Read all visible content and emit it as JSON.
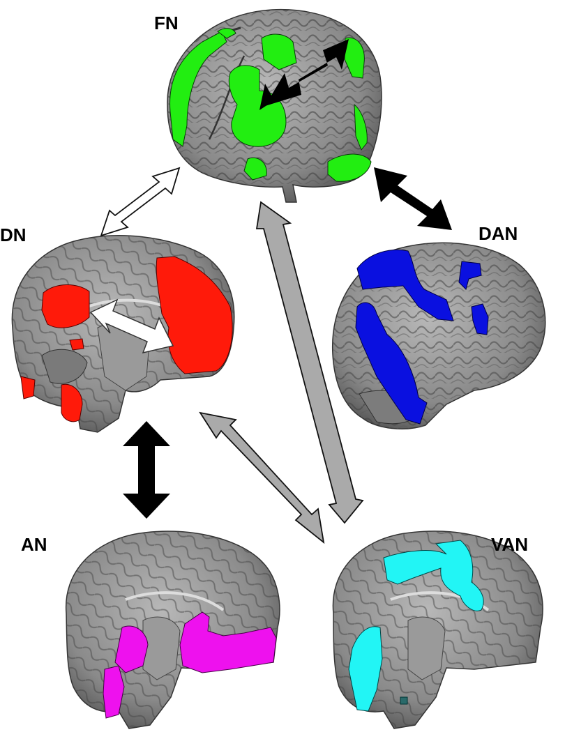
{
  "networks": {
    "fn": {
      "label": "FN",
      "color": "#22ee11"
    },
    "dn": {
      "label": "DN",
      "color": "#ff1a0a"
    },
    "dan": {
      "label": "DAN",
      "color": "#0a10e0"
    },
    "an": {
      "label": "AN",
      "color": "#ee11ee"
    },
    "van": {
      "label": "VAN",
      "color": "#22f5f5"
    }
  },
  "colors": {
    "brain_base": "#8c8c8c",
    "brain_dark": "#4a4a4a",
    "brain_light": "#b5b5b5",
    "arrow_black": "#000000",
    "arrow_white": "#ffffff",
    "arrow_gray": "#aaaaaa"
  },
  "connections": [
    {
      "from": "FN",
      "to": "FN",
      "style": "black"
    },
    {
      "from": "DN",
      "to": "DN",
      "style": "white"
    },
    {
      "from": "FN",
      "to": "DN",
      "style": "white"
    },
    {
      "from": "FN",
      "to": "DAN",
      "style": "black"
    },
    {
      "from": "DN",
      "to": "AN",
      "style": "black"
    },
    {
      "from": "FN",
      "to": "VAN",
      "style": "gray"
    },
    {
      "from": "DN",
      "to": "VAN",
      "style": "gray"
    }
  ]
}
